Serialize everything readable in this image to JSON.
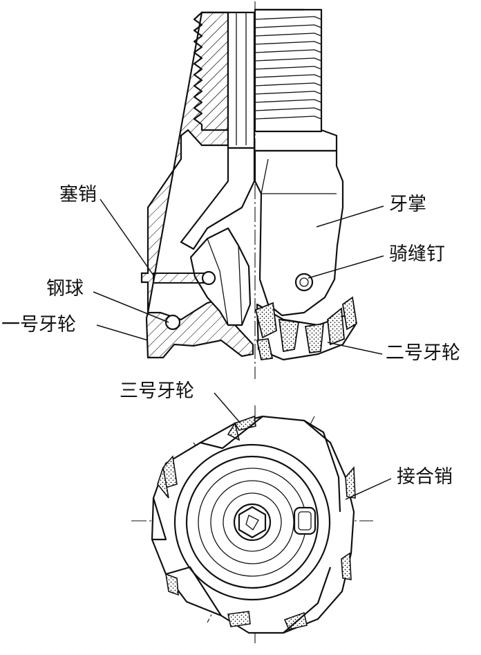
{
  "labels": {
    "plug_pin": "塞销",
    "steel_ball": "钢球",
    "cone_1": "一号牙轮",
    "leg": "牙掌",
    "saddle_pin": "骑缝钉",
    "cone_2": "二号牙轮",
    "cone_3": "三号牙轮",
    "joint_pin": "接合销"
  }
}
